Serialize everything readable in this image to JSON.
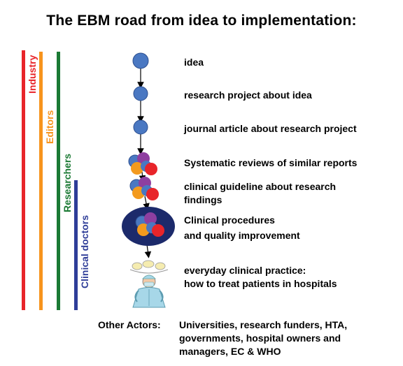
{
  "title": "The EBM road from idea to implementation:",
  "actors": [
    {
      "label": "Industry",
      "color": "#e8252a"
    },
    {
      "label": "Editors",
      "color": "#f7941d"
    },
    {
      "label": "Researchers",
      "color": "#1b7a34"
    },
    {
      "label": "Clinical doctors",
      "color": "#2e3d98"
    }
  ],
  "steps": [
    {
      "label": "idea"
    },
    {
      "label": "research project about idea"
    },
    {
      "label": "journal article about research project"
    },
    {
      "label": "Systematic reviews of similar reports"
    },
    {
      "label_line1": "clinical guideline about research",
      "label_line2": "findings"
    },
    {
      "label_line1": "Clinical procedures",
      "label_line2": "and quality improvement"
    },
    {
      "label_line1": "everyday clinical practice:",
      "label_line2": "how to treat patients in hospitals"
    }
  ],
  "other_actors": {
    "label": "Other Actors:",
    "line1": "Universities, research funders, HTA,",
    "line2": "governments, hospital owners and",
    "line3": "managers, EC & WHO"
  },
  "colors": {
    "node_blue": "#4a78c2",
    "dark_navy": "#1c2a6b",
    "cluster_purple": "#8e3fa0",
    "cluster_orange": "#f39a1e",
    "cluster_red": "#e8252a"
  }
}
